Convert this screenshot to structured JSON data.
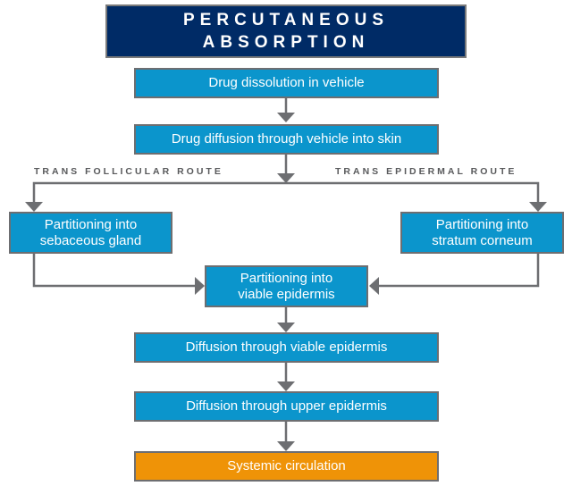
{
  "title": {
    "line1": "PERCUTANEOUS",
    "line2": "ABSORPTION"
  },
  "steps": {
    "dissolution": "Drug dissolution in vehicle",
    "diffusion_vehicle": "Drug diffusion through vehicle into skin",
    "sebaceous": "Partitioning into sebaceous gland",
    "stratum": "Partitioning into stratum corneum",
    "viable_partition": "Partitioning into viable epidermis",
    "viable_diffusion": "Diffusion through viable epidermis",
    "upper_diffusion": "Diffusion through upper epidermis",
    "systemic": "Systemic circulation"
  },
  "routes": {
    "follicular": "TRANS FOLLICULAR ROUTE",
    "epidermal": "TRANS EPIDERMAL ROUTE"
  },
  "colors": {
    "title_bg": "#002b66",
    "step_bg": "#0b95cc",
    "final_bg": "#ef9307",
    "connector": "#6d6e71"
  }
}
